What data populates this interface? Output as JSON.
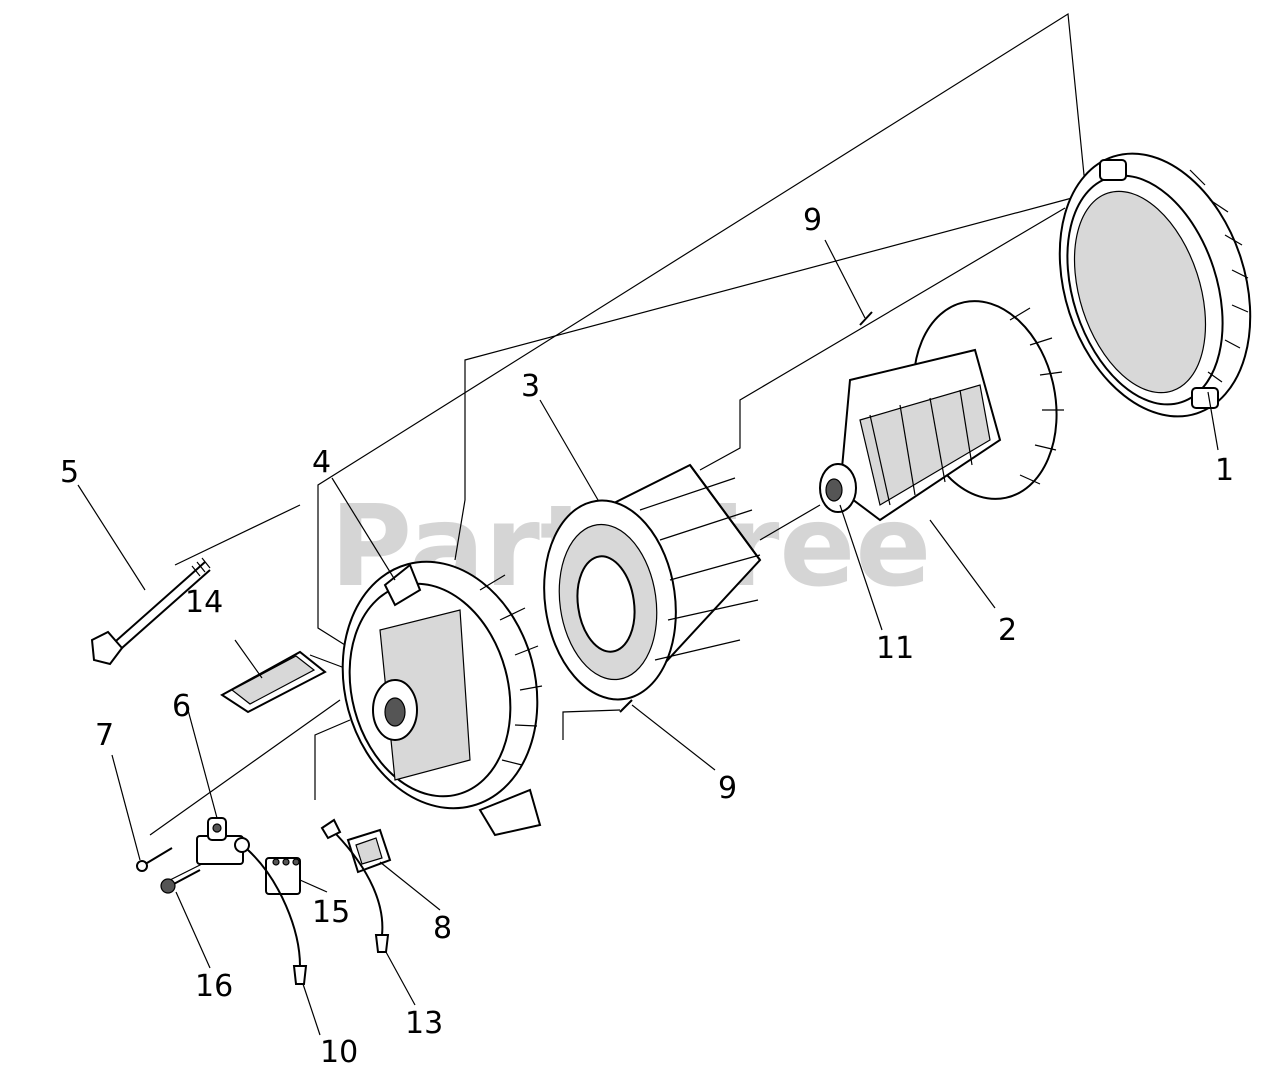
{
  "watermark": "PartsTree",
  "callouts": [
    {
      "id": "c1",
      "label": "1"
    },
    {
      "id": "c2",
      "label": "2"
    },
    {
      "id": "c3",
      "label": "3"
    },
    {
      "id": "c4",
      "label": "4"
    },
    {
      "id": "c5",
      "label": "5"
    },
    {
      "id": "c6",
      "label": "6"
    },
    {
      "id": "c7",
      "label": "7"
    },
    {
      "id": "c8",
      "label": "8"
    },
    {
      "id": "c9a",
      "label": "9"
    },
    {
      "id": "c9b",
      "label": "9"
    },
    {
      "id": "c10",
      "label": "10"
    },
    {
      "id": "c11",
      "label": "11"
    },
    {
      "id": "c13",
      "label": "13"
    },
    {
      "id": "c14",
      "label": "14"
    },
    {
      "id": "c15",
      "label": "15"
    },
    {
      "id": "c16",
      "label": "16"
    }
  ]
}
